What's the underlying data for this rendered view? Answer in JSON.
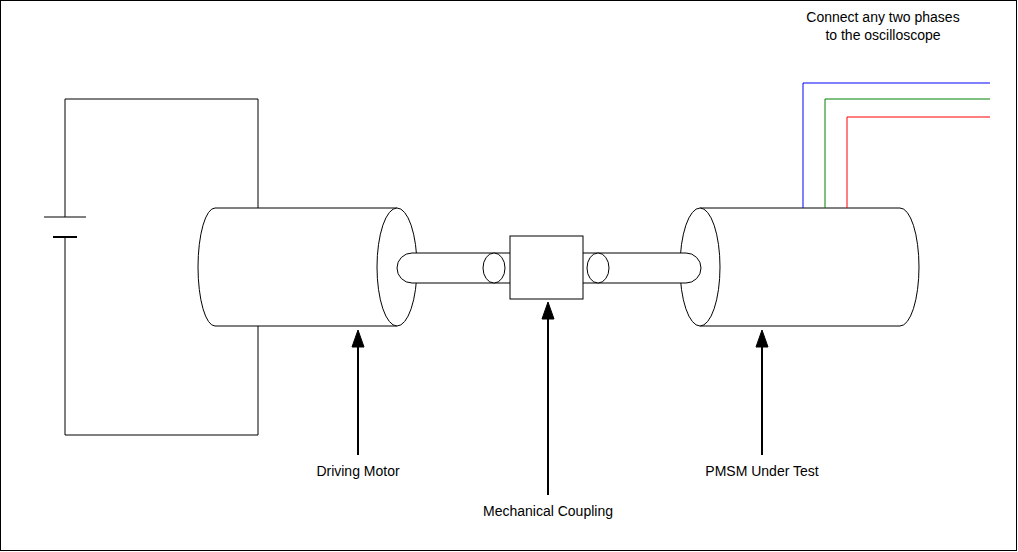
{
  "diagram": {
    "labels": [
      "Connect any two phases to the oscilloscope",
      "Driving Motor",
      "Mechanical Coupling",
      "PMSM Under Test"
    ]
  }
}
